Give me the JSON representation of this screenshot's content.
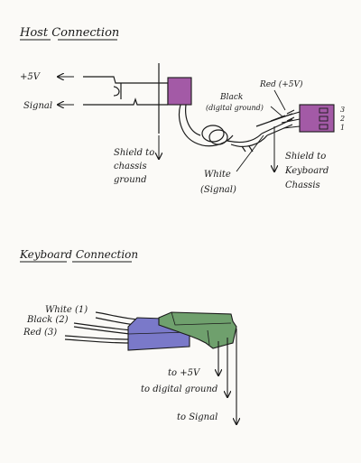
{
  "host": {
    "heading": "Host Connection",
    "plus5v": "+5V",
    "signal": "Signal",
    "shield_chassis_1": "Shield to",
    "shield_chassis_2": "chassis",
    "shield_chassis_3": "ground",
    "black_1": "Black",
    "black_2": "(digital ground)",
    "red_5v": "Red (+5V)",
    "white_1": "White",
    "white_2": "(Signal)",
    "shield_kb_1": "Shield to",
    "shield_kb_2": "Keyboard",
    "shield_kb_3": "Chassis",
    "pin3": "3",
    "pin2": "2",
    "pin1": "1"
  },
  "keyboard": {
    "heading": "Keyboard Connection",
    "white1": "White (1)",
    "black2": "Black (2)",
    "red3": "Red (3)",
    "to5v": "to +5V",
    "todg": "to digital ground",
    "tosig": "to Signal"
  },
  "colors": {
    "ink": "#1a1a1a",
    "connector_purple": "#a35aa6",
    "connector_green": "#6fa06d",
    "connector_blue": "#7a79c9"
  }
}
